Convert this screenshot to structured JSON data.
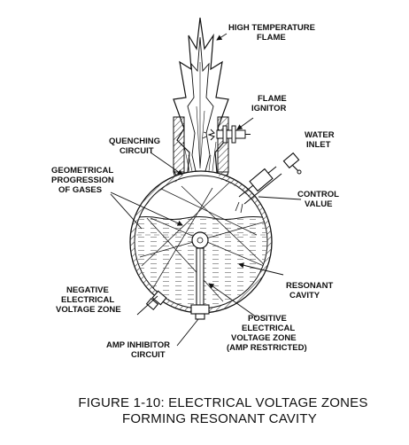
{
  "labels": {
    "flame": [
      "HIGH TEMPERATURE",
      "FLAME"
    ],
    "ignitor": [
      "FLAME",
      "IGNITOR"
    ],
    "water_inlet": [
      "WATER",
      "INLET"
    ],
    "quenching": [
      "QUENCHING",
      "CIRCUIT"
    ],
    "geometrical": [
      "GEOMETRICAL",
      "PROGRESSION",
      "OF GASES"
    ],
    "control_value": [
      "CONTROL",
      "VALUE"
    ],
    "resonant_cavity": [
      "RESONANT",
      "CAVITY"
    ],
    "negative_zone": [
      "NEGATIVE",
      "ELECTRICAL",
      "VOLTAGE ZONE"
    ],
    "positive_zone": [
      "POSITIVE",
      "ELECTRICAL",
      "VOLTAGE ZONE",
      "(AMP RESTRICTED)"
    ],
    "amp_inhibitor": [
      "AMP INHIBITOR",
      "CIRCUIT"
    ]
  },
  "caption": [
    "FIGURE 1-10: ELECTRICAL VOLTAGE ZONES",
    "FORMING RESONANT CAVITY"
  ]
}
